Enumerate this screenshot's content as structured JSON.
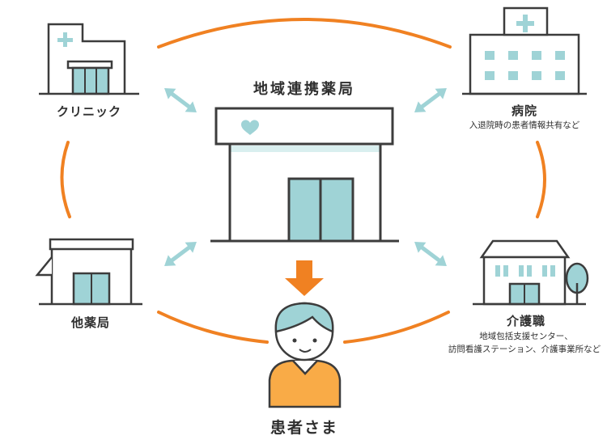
{
  "center": {
    "label": "地域連携薬局"
  },
  "nodes": {
    "clinic": {
      "label": "クリニック"
    },
    "hospital": {
      "label": "病院",
      "sub": "入退院時の患者情報共有など"
    },
    "other_pharmacy": {
      "label": "他薬局"
    },
    "care": {
      "label": "介護職",
      "sub_line1": "地域包括支援センター、",
      "sub_line2": "訪問看護ステーション、介護事業所など"
    }
  },
  "patient": {
    "label": "患者さま"
  },
  "colors": {
    "orange": "#f08122",
    "teal": "#9fd3d6",
    "ink": "#3c3c3c",
    "skin": "#ffffff",
    "shirt": "#f9ab47"
  }
}
